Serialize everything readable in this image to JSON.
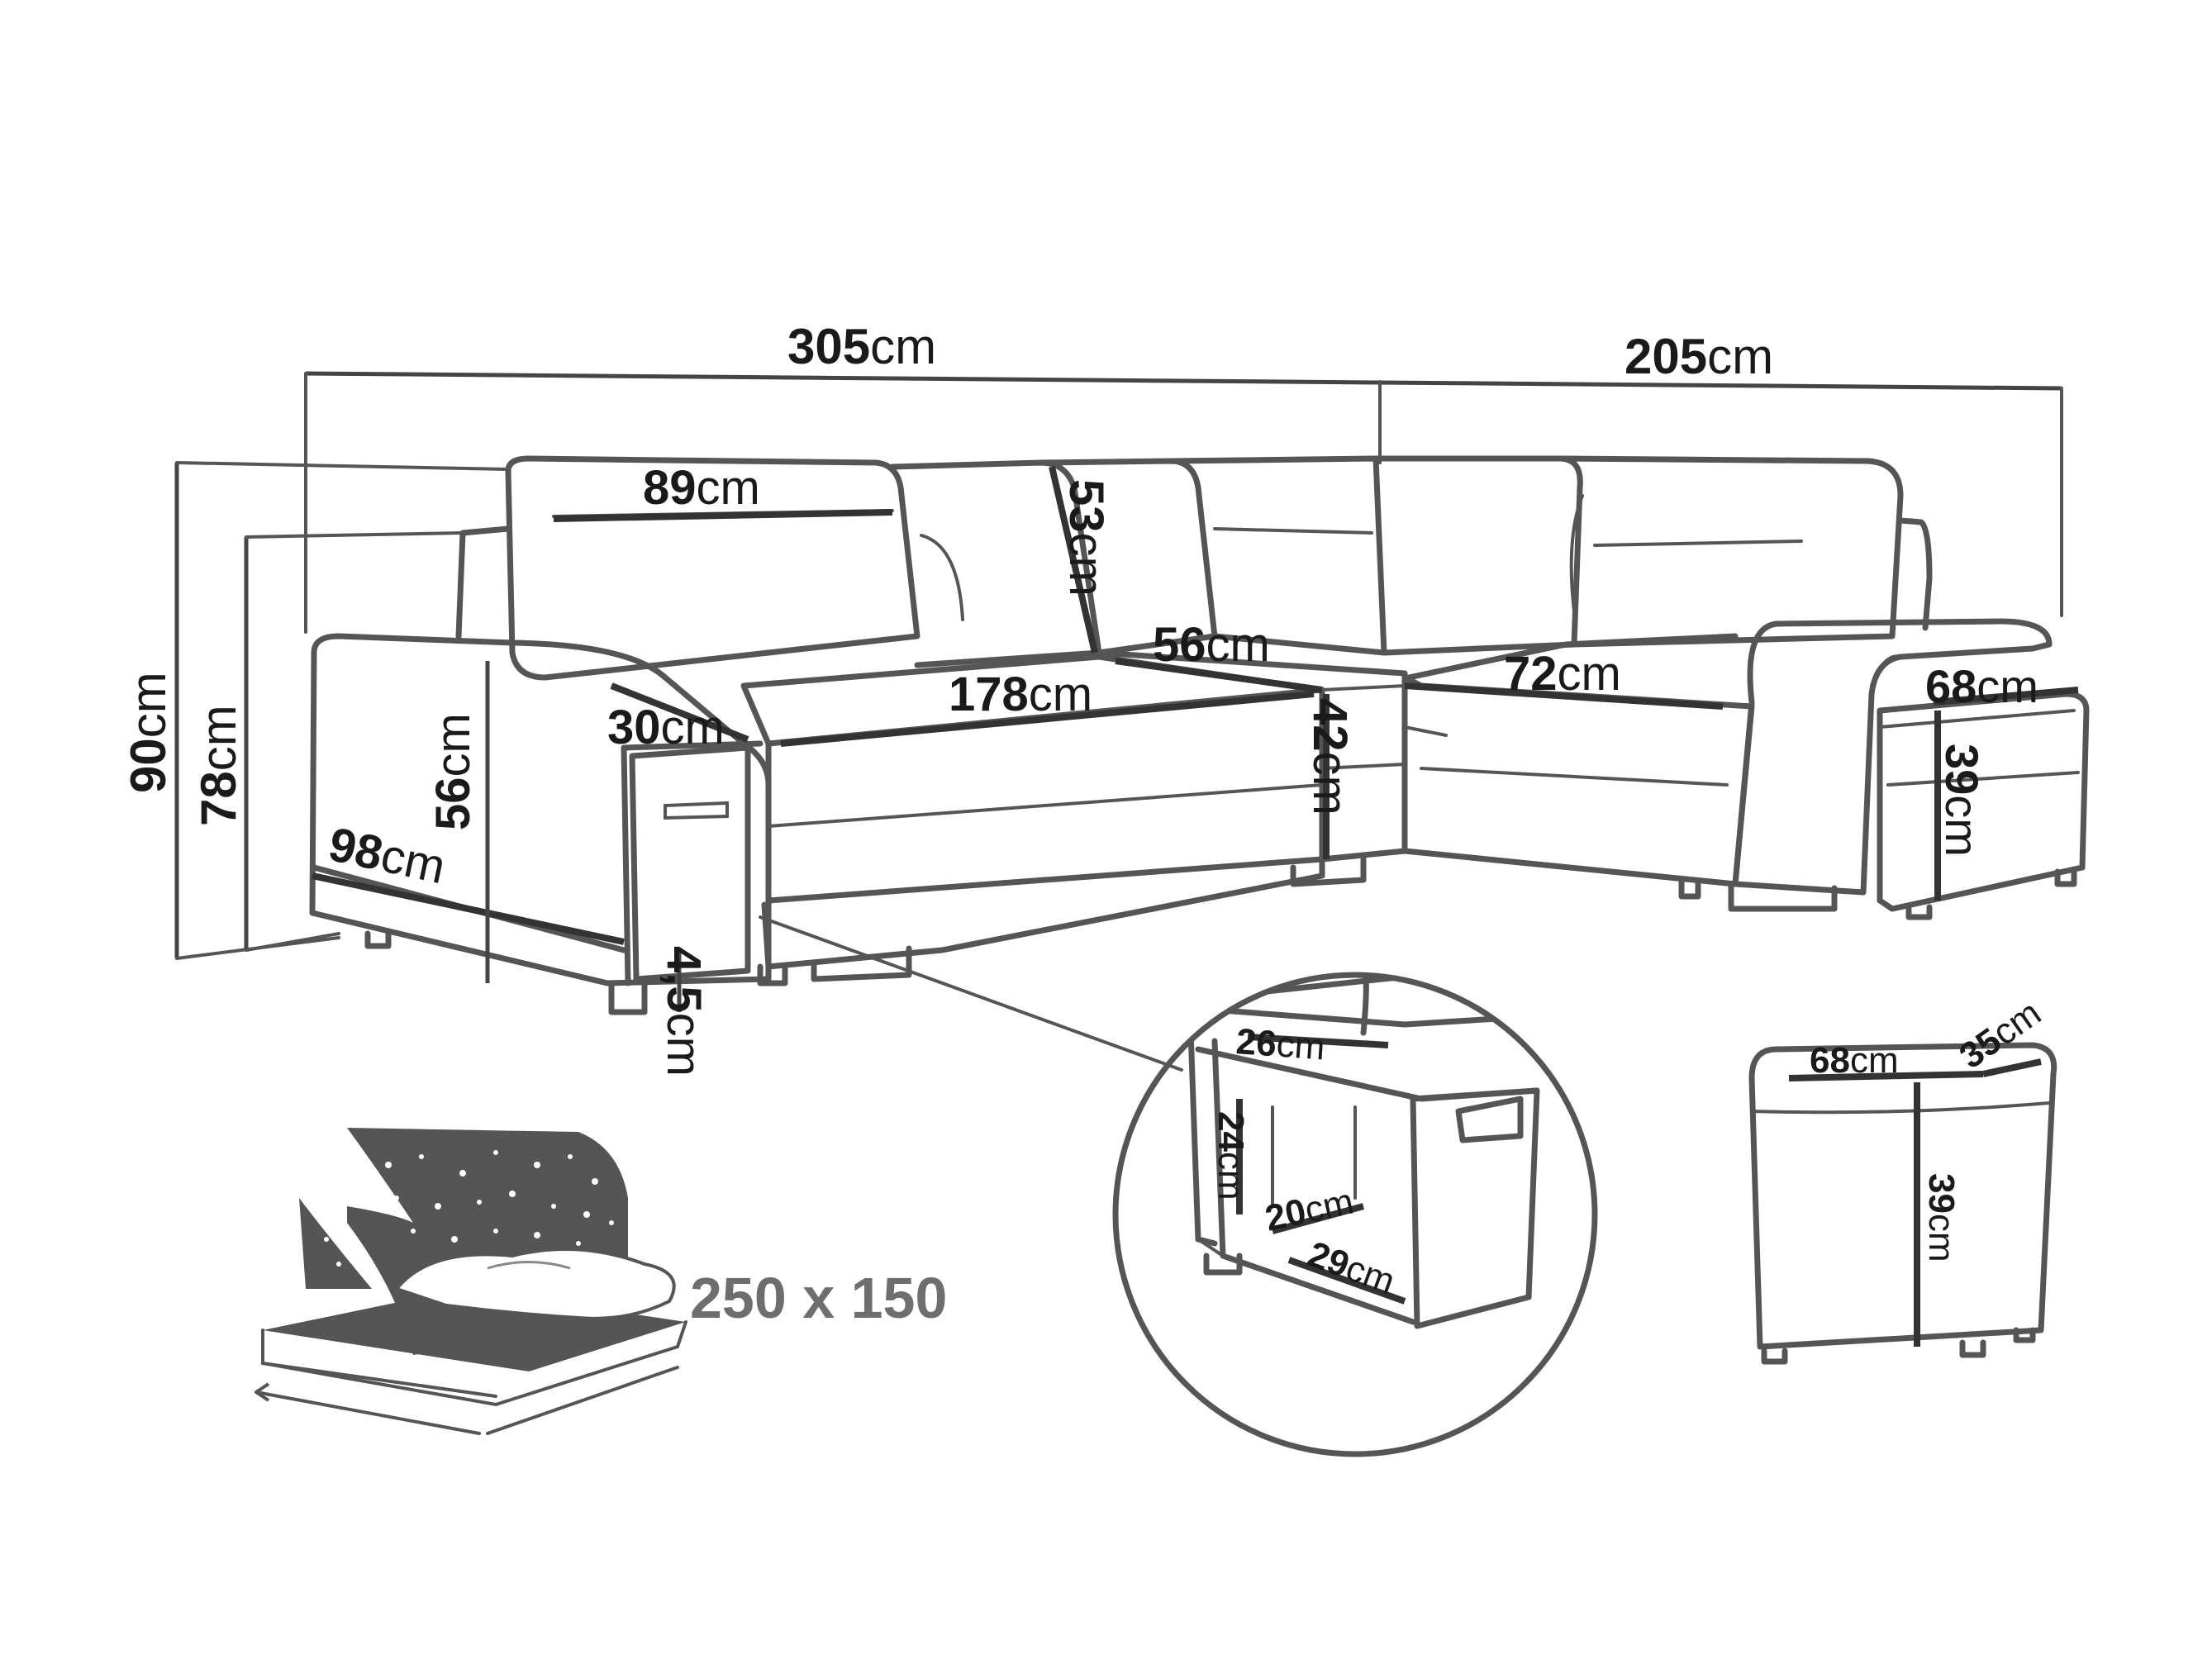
{
  "dimensions": {
    "unit": "cm",
    "total_width": "305",
    "side_width": "205",
    "backrest_width": "89",
    "backrest_height": "53",
    "seat_width": "178",
    "corner_seat_depth": "56",
    "side_seat_width": "72",
    "armrest_width": "30",
    "arm_height": "56",
    "seat_height": "42",
    "depth": "98",
    "total_height": "90",
    "back_height": "78",
    "leg_height": "4,5",
    "ottoman_width": "68",
    "ottoman_height": "39",
    "detail_26": "26",
    "detail_24": "24",
    "detail_20": "20",
    "detail_29": "29",
    "pouf_width": "68",
    "pouf_depth": "35",
    "pouf_height": "39"
  },
  "bed_size": "250 x 150"
}
